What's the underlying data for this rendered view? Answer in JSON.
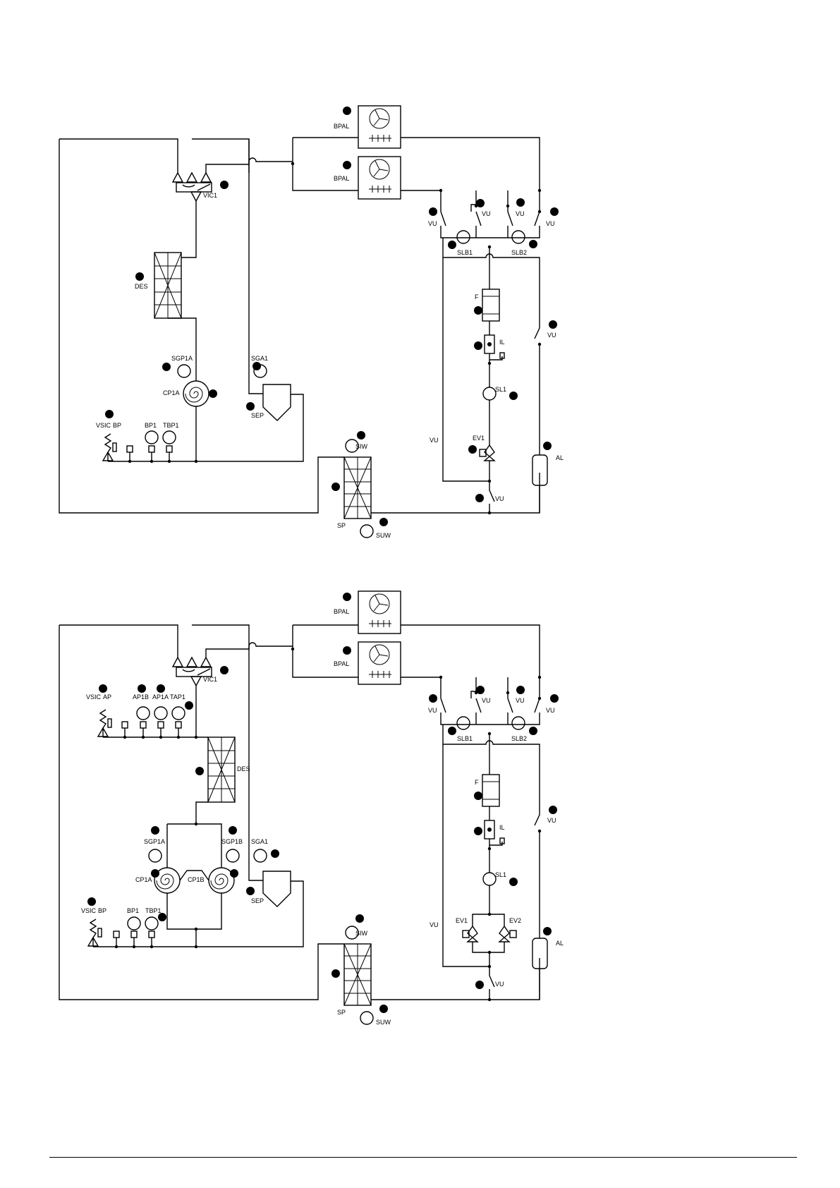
{
  "diagrams": [
    {
      "labels": {
        "bpal_top": "BPAL",
        "bpal_bottom": "BPAL",
        "vic1": "VIC1",
        "des": "DES",
        "sgp1a": "SGP1A",
        "cp1a": "CP1A",
        "sga1": "SGA1",
        "sep": "SEP",
        "vsic": "VSIC",
        "bp": "BP",
        "bp1": "BP1",
        "tbp1": "TBP1",
        "siw": "SIW",
        "sp": "SP",
        "suw": "SUW",
        "vu_1": "VU",
        "vu_2": "VU",
        "vu_3": "VU",
        "vu_4": "VU",
        "slb1": "SLB1",
        "slb2": "SLB2",
        "f": "F",
        "il": "IL",
        "vu_5": "VU",
        "sl1": "SL1",
        "vu_left": "VU",
        "ev1": "EV1",
        "al": "AL",
        "vu_bottom": "VU"
      }
    },
    {
      "labels": {
        "bpal_top": "BPAL",
        "bpal_bottom": "BPAL",
        "vic1": "VIC1",
        "vsic_ap": "VSIC",
        "ap": "AP",
        "ap1b": "AP1B",
        "ap1a": "AP1A",
        "tap1": "TAP1",
        "des": "DES",
        "sgp1a": "SGP1A",
        "sgp1b": "SGP1B",
        "sga1": "SGA1",
        "cp1a": "CP1A",
        "cp1b": "CP1B",
        "sep": "SEP",
        "vsic_bp": "VSIC",
        "bp": "BP",
        "bp1": "BP1",
        "tbp1": "TBP1",
        "siw": "SIW",
        "sp": "SP",
        "suw": "SUW",
        "vu_1": "VU",
        "vu_2": "VU",
        "vu_3": "VU",
        "vu_4": "VU",
        "slb1": "SLB1",
        "slb2": "SLB2",
        "f": "F",
        "il": "IL",
        "vu_5": "VU",
        "sl1": "SL1",
        "vu_left": "VU",
        "ev1": "EV1",
        "ev2": "EV2",
        "al": "AL",
        "vu_bottom": "VU"
      }
    }
  ]
}
